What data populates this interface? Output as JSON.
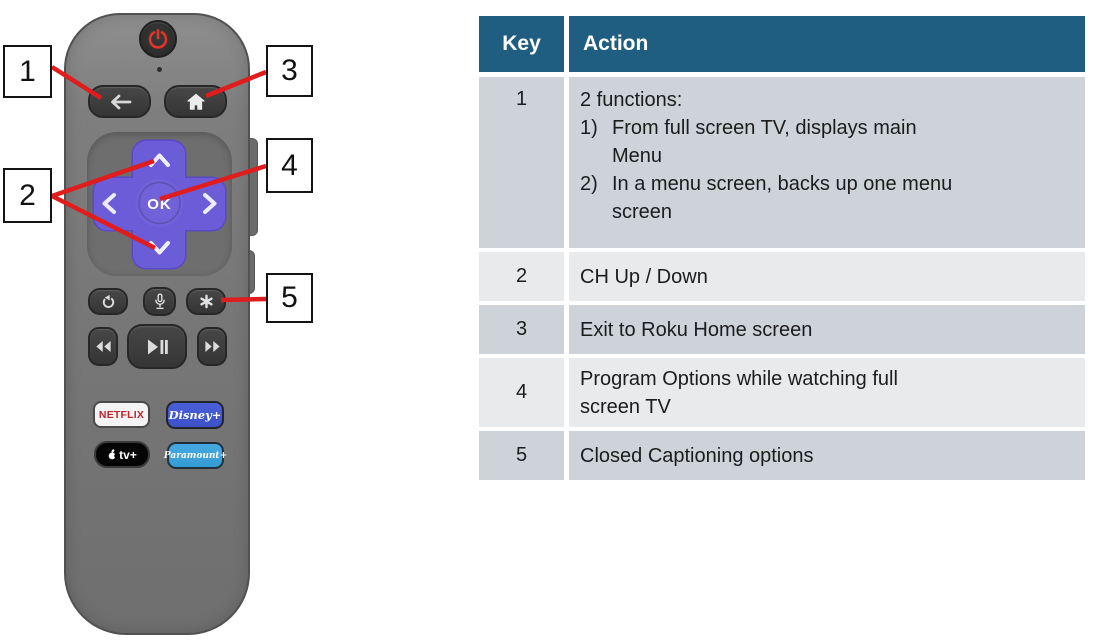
{
  "colors": {
    "accent_red": "#e01c1c",
    "table_header_bg": "#1f5e80",
    "table_row_dark": "#cdd3d9",
    "table_row_light": "#e8eaec",
    "dpad_purple": "#6d5cd7",
    "power_red": "#e0352b",
    "netflix_red": "#c6222b",
    "disney_blue": "#3d51c9",
    "paramount_blue": "#349cd4"
  },
  "remote": {
    "callouts": [
      "1",
      "2",
      "3",
      "4",
      "5"
    ],
    "ok_label": "OK",
    "brand_buttons": {
      "netflix": "NETFLIX",
      "disney": "Disney+",
      "appletv": "tv+",
      "paramount": "Paramount+"
    },
    "icons": {
      "power": "power-icon",
      "back": "back-arrow-icon",
      "home": "home-icon",
      "up": "chevron-up-icon",
      "down": "chevron-down-icon",
      "left": "chevron-left-icon",
      "right": "chevron-right-icon",
      "replay": "instant-replay-icon",
      "voice": "microphone-icon",
      "options": "asterisk-icon",
      "rewind": "rewind-icon",
      "play_pause": "play-pause-icon",
      "fast_forward": "fast-forward-icon",
      "apple": "apple-logo-icon"
    }
  },
  "table": {
    "header": {
      "key": "Key",
      "action": "Action"
    },
    "rows": [
      {
        "key": "1",
        "intro": "2 functions:",
        "items": [
          {
            "marker": "1)",
            "text": "From full screen TV, displays main Menu"
          },
          {
            "marker": "2)",
            "text": "In a menu screen, backs up one menu screen"
          }
        ]
      },
      {
        "key": "2",
        "action": "CH Up / Down"
      },
      {
        "key": "3",
        "action": "Exit to Roku Home screen"
      },
      {
        "key": "4",
        "action": "Program Options while watching full screen TV"
      },
      {
        "key": "5",
        "action": "Closed Captioning options"
      }
    ]
  }
}
